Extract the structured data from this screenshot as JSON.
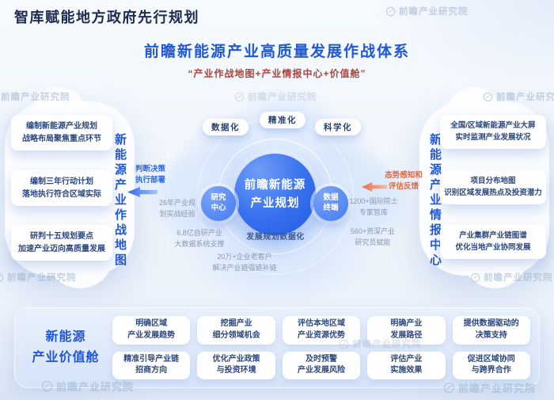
{
  "page_title": "智库赋能地方政府先行规划",
  "header": {
    "title": "前瞻新能源产业高质量发展作战体系",
    "subtitle": "“产业作战地图+产业情报中心+价值舱”"
  },
  "watermark": {
    "text": "前瞻产业研究院"
  },
  "battle_map": {
    "label": "新能源产业作战地图",
    "items": [
      "编制新能源产业规划\n战略布局聚焦重点环节",
      "编制三年行动计划\n落地执行符合区域实际",
      "研判十五规划要点\n加速产业迈向高质量发展"
    ]
  },
  "intel_center": {
    "label": "新能源产业情报中心",
    "items": [
      "全国/区域新能源产业大屏\n实时监测产业发展状况",
      "项目分布地图\n识别区域发展热点及投资潜力",
      "产业集群产业链图谱\n优化当地产业协同发展"
    ]
  },
  "core": {
    "title": "前瞻新能源\n产业规划",
    "pills": [
      "数据化",
      "精准化",
      "科学化"
    ],
    "research_node": "研究\n中心",
    "data_node": "数据\n终端",
    "left_flow": "判断决策\n执行部署",
    "right_flow": "态势感知和\n评估反馈",
    "notes": {
      "experience": "26年产业规\n划实战经验",
      "bigdata": "6.8亿自研产业\n大数据系统支撑",
      "center_note": "发展规划数据化",
      "clients": "20万+企业老客户\n解决产业链强链补链",
      "experts": "1200+国际院士\n专家智库",
      "researchers": "560+资深产业\n研究员赋能"
    }
  },
  "value_cabin": {
    "label": "新能源\n产业价值舱",
    "items": [
      "明确区域\n产业发展趋势",
      "挖掘产业\n细分领域机会",
      "评估本地区域\n产业资源优势",
      "明确产业\n发展路径",
      "提供数据驱动的\n决策支持",
      "精准引导产业链\n招商方向",
      "优化产业政策\n与投资环境",
      "及时预警\n产业发展风险",
      "评估产业\n实施效果",
      "促进区域协同\n与跨界合作"
    ]
  },
  "colors": {
    "primary_blue": "#2257d6",
    "subtitle_red": "#a8463f",
    "flow_blue": "#2f6ae4",
    "flow_orange": "#e06a44",
    "panel_bg": "#d5e3f8"
  }
}
